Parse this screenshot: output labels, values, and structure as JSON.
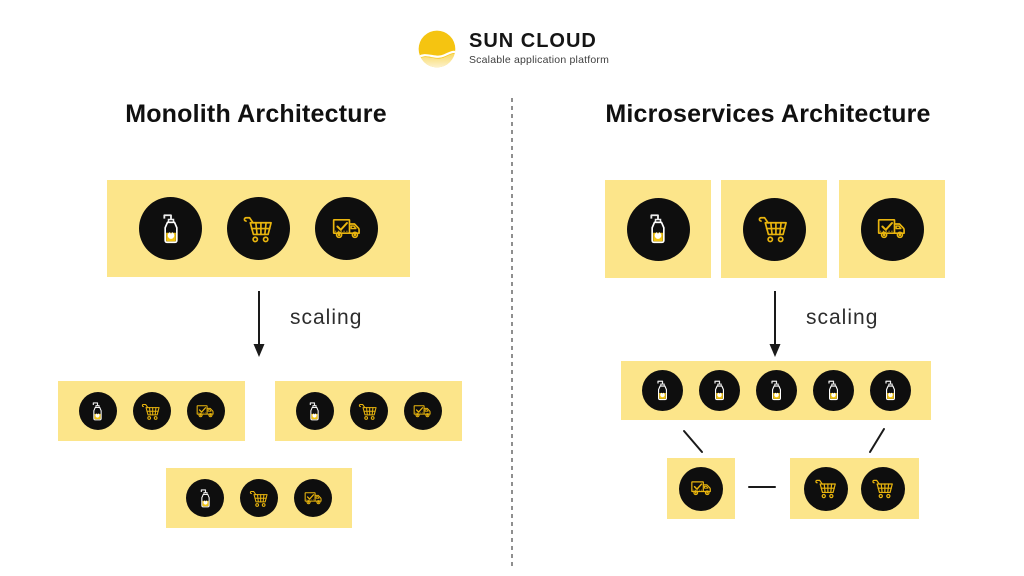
{
  "logo": {
    "title": "SUN CLOUD",
    "subtitle": "Scalable application platform",
    "icon": "sun-icon"
  },
  "colors": {
    "block_yellow": "#FCE58A",
    "circle_black": "#0E0E0E",
    "icon_gold": "#E9B50E",
    "sun_gold": "#F5C411",
    "title_text": "#101010",
    "scaling_text": "#2D2D2D",
    "divider_gray": "#8F8F8F"
  },
  "monolith": {
    "title": "Monolith Architecture",
    "scaling_label": "scaling",
    "main_block": {
      "icons": [
        "product",
        "cart",
        "delivery"
      ]
    },
    "scaled_blocks": [
      {
        "icons": [
          "product",
          "cart",
          "delivery"
        ]
      },
      {
        "icons": [
          "product",
          "cart",
          "delivery"
        ]
      },
      {
        "icons": [
          "product",
          "cart",
          "delivery"
        ]
      }
    ]
  },
  "microservices": {
    "title": "Microservices Architecture",
    "scaling_label": "scaling",
    "service_blocks": [
      {
        "icons": [
          "product"
        ]
      },
      {
        "icons": [
          "cart"
        ]
      },
      {
        "icons": [
          "delivery"
        ]
      }
    ],
    "scaled_product_block": {
      "icons": [
        "product",
        "product",
        "product",
        "product",
        "product"
      ]
    },
    "scaled_delivery_block": {
      "icons": [
        "delivery"
      ]
    },
    "scaled_cart_block": {
      "icons": [
        "cart",
        "cart"
      ]
    }
  },
  "icon_legend": {
    "product": "lotion-bottle-icon",
    "cart": "shopping-cart-icon",
    "delivery": "delivery-truck-icon"
  }
}
